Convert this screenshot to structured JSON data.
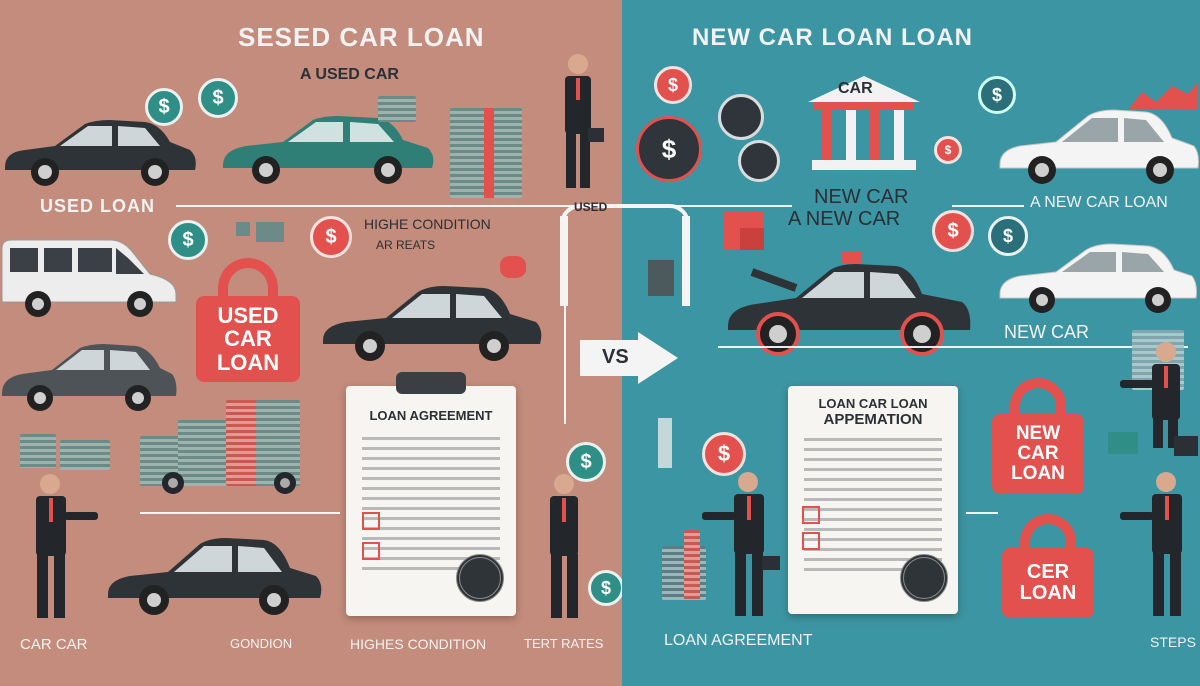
{
  "left": {
    "title": "SESED CAR LOAN",
    "subtitle": "A USED CAR",
    "used_loan": "USED  LOAN",
    "highe_condition": "HIGHE CONDITION",
    "ar_reats": "AR REATS",
    "lock_label_1": "USED",
    "lock_label_2": "CAR",
    "lock_label_3": "LOAN",
    "agreement_title": "LOAN AGREEMENT",
    "bottom_labels": [
      "CAR CAR",
      "GONDION",
      "HIGHES CONDITION",
      "TERT RATES"
    ]
  },
  "center": {
    "used_tag": "USED",
    "vs": "VS"
  },
  "right": {
    "title": "NEW CAR LOAN LOAN",
    "bank_label": "CAR",
    "new_car_1": "NEW CAR",
    "new_car_2": "A NEW CAR",
    "new_car_loan": "A NEW CAR LOAN",
    "new_car_tag": "NEW CAR",
    "doc_title_1": "LOAN CAR LOAN",
    "doc_title_2": "APPEMATION",
    "lock1": [
      "NEW",
      "CAR",
      "LOAN"
    ],
    "lock2": [
      "CER",
      "LOAN"
    ],
    "bottom_labels": [
      "LOAN AGREEMENT",
      "STEPS"
    ]
  },
  "currency_symbol": "$",
  "colors": {
    "left_bg": "#c38c7c",
    "right_bg": "#3c95a2",
    "accent_red": "#e2514d",
    "dark_car": "#2e3338",
    "teal_car": "#2f7f76",
    "white_car": "#f2f2f2"
  }
}
